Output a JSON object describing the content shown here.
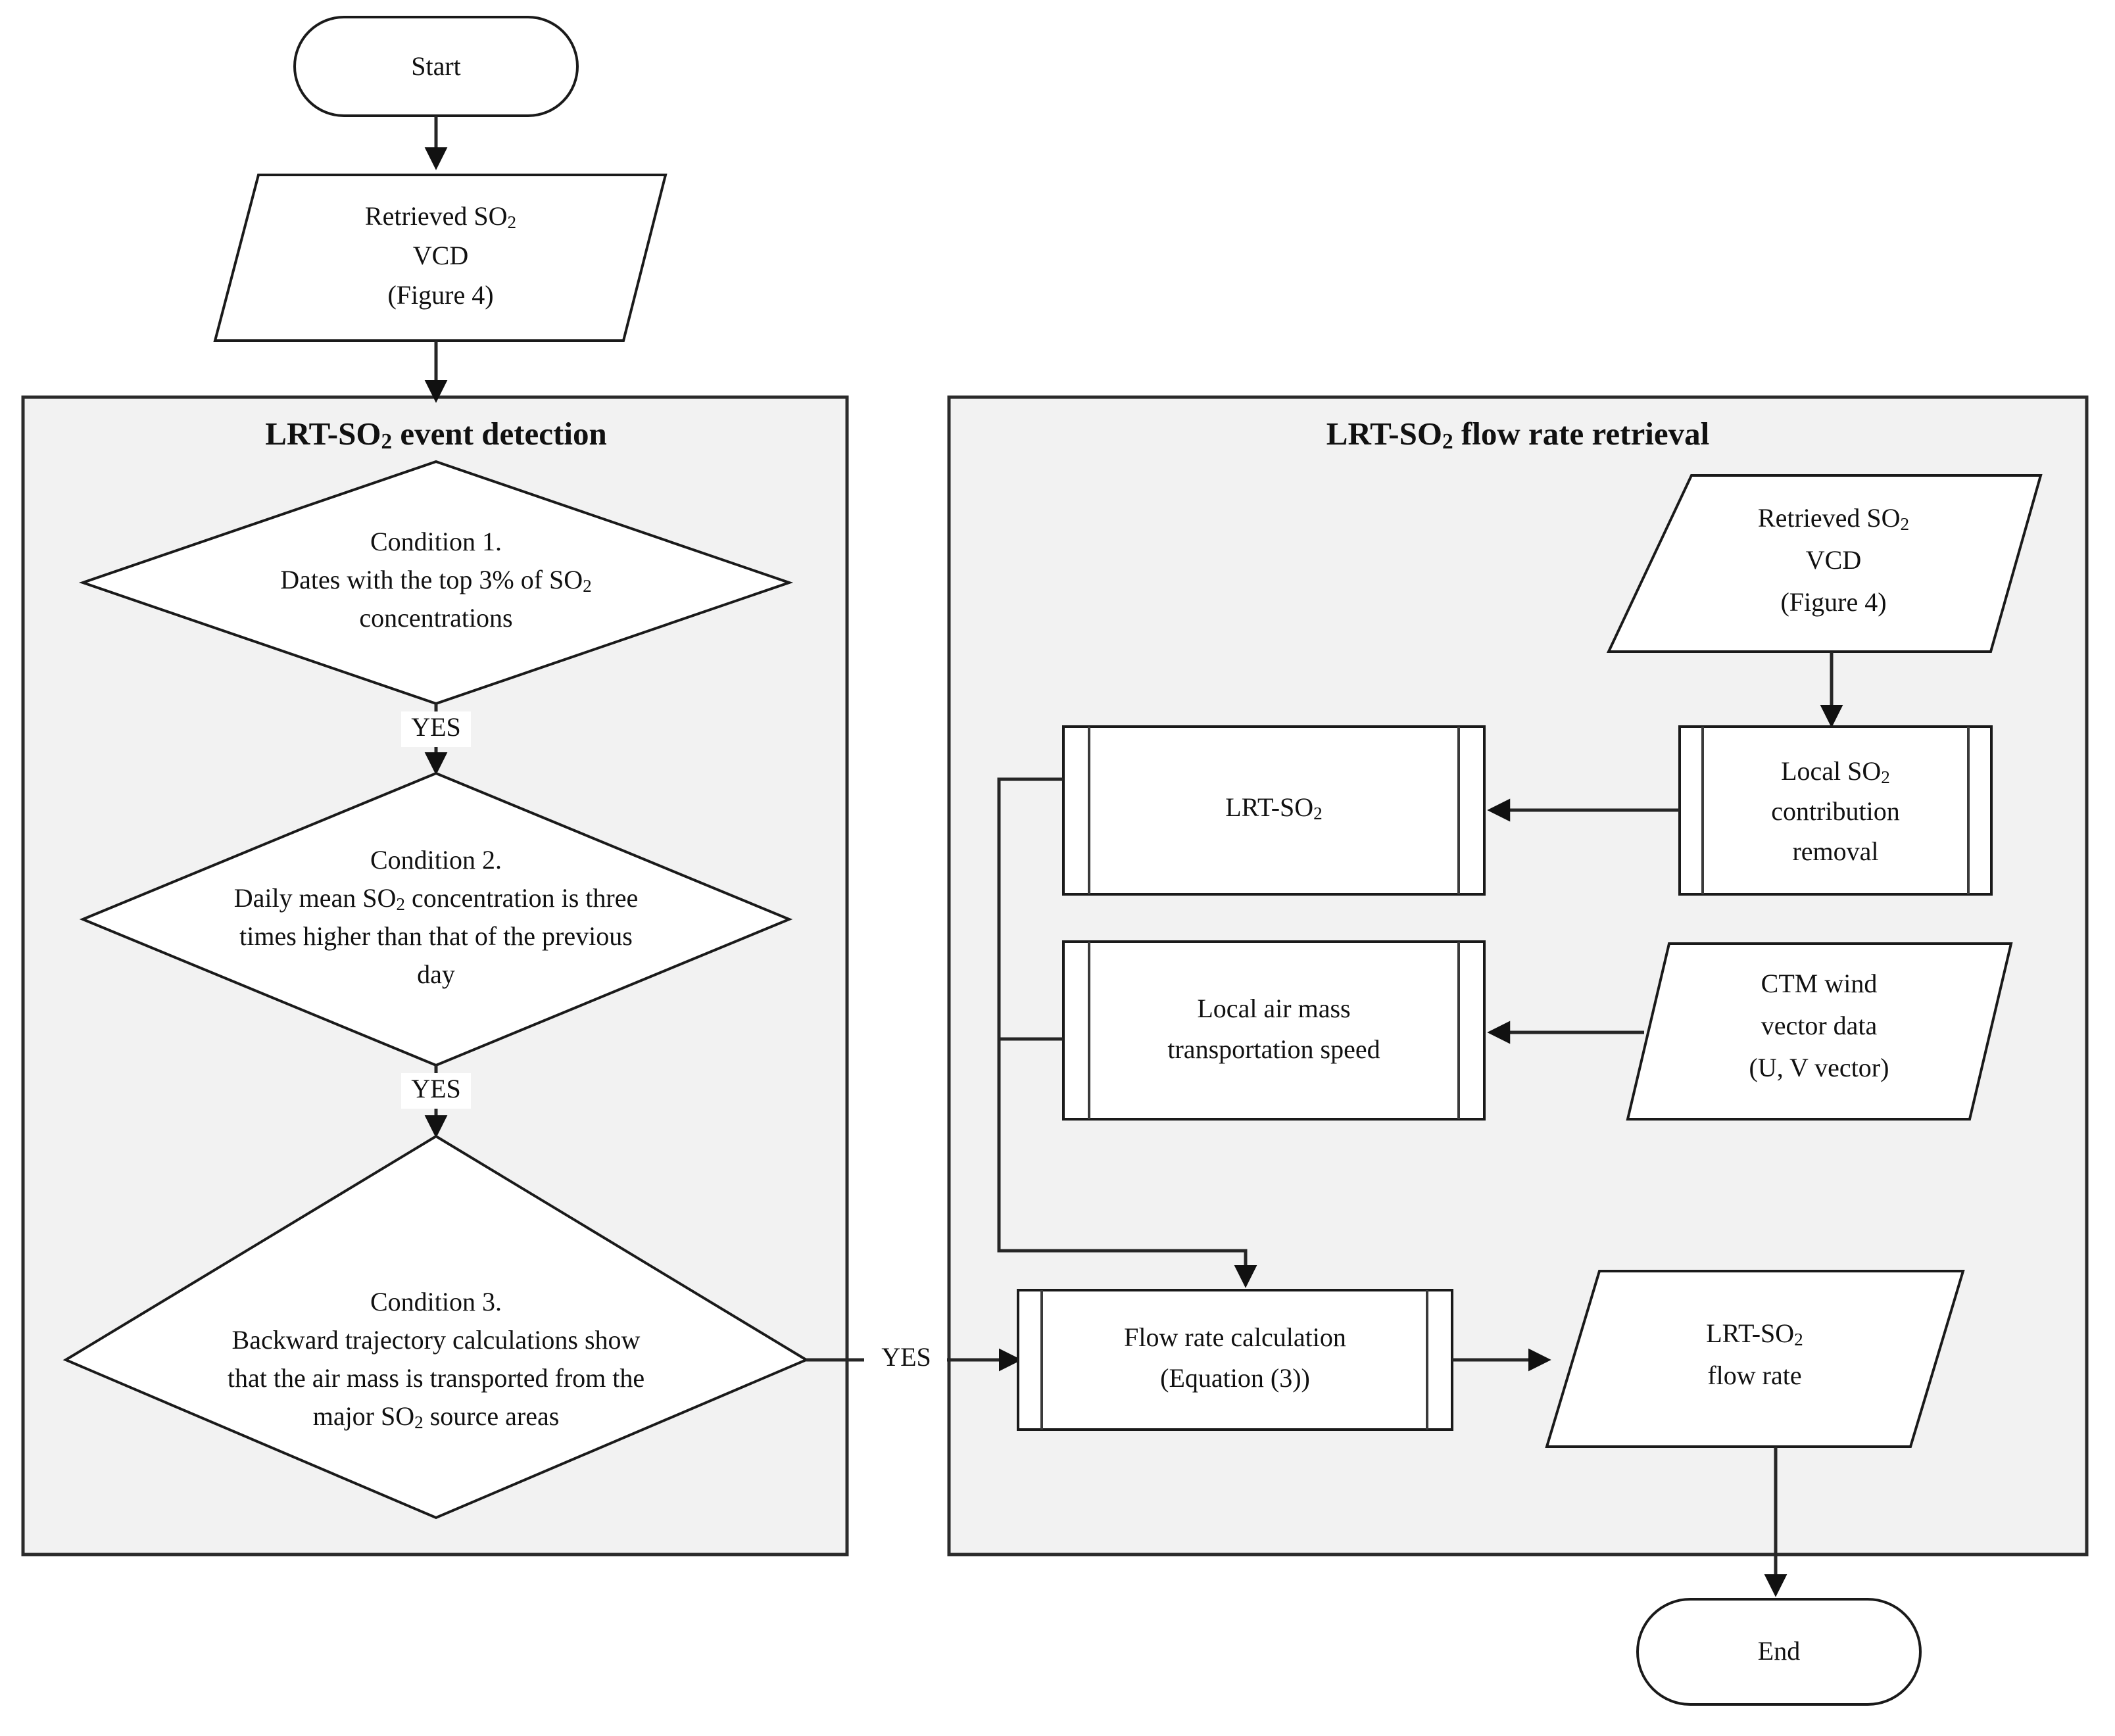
{
  "diagram": {
    "title_hidden": "",
    "start_node": {
      "label": "Start"
    },
    "end_node": {
      "label": "End"
    },
    "input_top": {
      "line1_prefix": "Retrieved SO",
      "line1_sub": "2",
      "line2": "VCD",
      "line3": "(Figure 4)"
    },
    "left_panel": {
      "title_prefix": "LRT-SO",
      "title_sub": "2",
      "title_suffix": " event detection",
      "conditions": [
        {
          "line1": "Condition 1.",
          "line2_prefix": "Dates with the top 3% of SO",
          "line2_sub": "2",
          "line3": "concentrations",
          "exit_label": "YES"
        },
        {
          "line1": "Condition 2.",
          "line2_prefix": "Daily mean SO",
          "line2_sub": "2",
          "line2_suffix": " concentration is three",
          "line3": "times higher than that of the previous",
          "line4": "day",
          "exit_label": "YES"
        },
        {
          "line1": "Condition 3.",
          "line2": "Backward trajectory calculations show",
          "line3": "that the air mass is transported from the",
          "line4_prefix": "major SO",
          "line4_sub": "2",
          "line4_suffix": " source areas",
          "exit_label": "YES"
        }
      ]
    },
    "right_panel": {
      "title_prefix": "LRT-SO",
      "title_sub": "2",
      "title_suffix": " flow rate retrieval",
      "input_vcd": {
        "line1_prefix": "Retrieved SO",
        "line1_sub": "2",
        "line2": "VCD",
        "line3": "(Figure 4)"
      },
      "process_lrt_so2": {
        "line1_prefix": "LRT-SO",
        "line1_sub": "2"
      },
      "process_local_removal": {
        "line1_prefix": "Local SO",
        "line1_sub": "2",
        "line2": "contribution",
        "line3": "removal"
      },
      "process_air_speed": {
        "line1": "Local air mass",
        "line2": "transportation speed"
      },
      "input_ctm": {
        "line1": "CTM wind",
        "line2": "vector data",
        "line3": "(U, V vector)"
      },
      "process_flow_rate": {
        "line1": "Flow rate calculation",
        "line2": "(Equation (3))"
      },
      "output_flow_rate": {
        "line1_prefix": "LRT-SO",
        "line1_sub": "2",
        "line2": "flow rate"
      }
    },
    "colors": {
      "panel_fill": "#f2f2f2",
      "panel_border": "#2b2b2b",
      "shape_fill": "#ffffff",
      "shape_border": "#1a1a1a",
      "connector": "#262626",
      "text": "#111111",
      "page_background": "#ffffff"
    }
  }
}
